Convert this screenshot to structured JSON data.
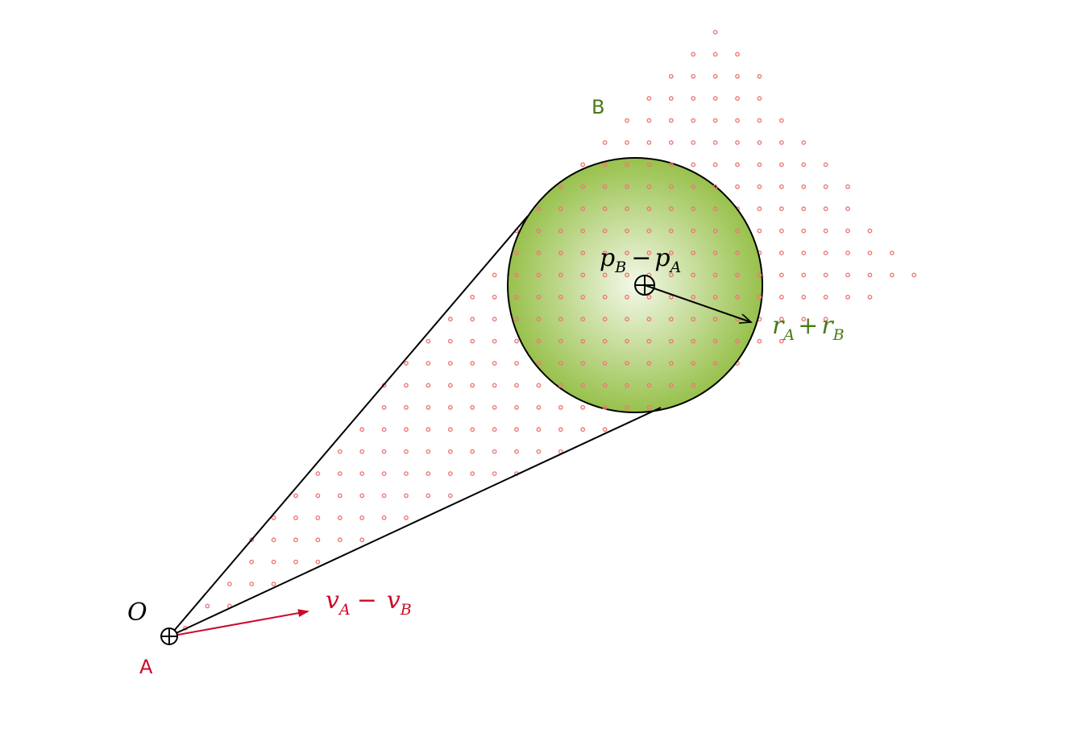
{
  "diagram": {
    "labels": {
      "origin": "O",
      "agent_a": "A",
      "agent_b": "B",
      "relative_position": {
        "main1": "p",
        "sub1": "B",
        "op": "−",
        "main2": "p",
        "sub2": "A"
      },
      "combined_radius": {
        "main1": "r",
        "sub1": "A",
        "op": "+",
        "main2": "r",
        "sub2": "B"
      },
      "relative_velocity": {
        "main1": "v",
        "sub1": "A",
        "op": "−",
        "main2": "v",
        "sub2": "B"
      }
    },
    "colors": {
      "agent_a": "#cc0a2a",
      "agent_b": "#4a7a16",
      "disc_fill_center": "#f3f8e8",
      "disc_fill_edge": "#98c14c",
      "outline": "#000000",
      "dots": "#f07878"
    },
    "icons": {
      "origin_marker": "circle-plus-icon",
      "center_marker": "circle-plus-icon"
    }
  }
}
